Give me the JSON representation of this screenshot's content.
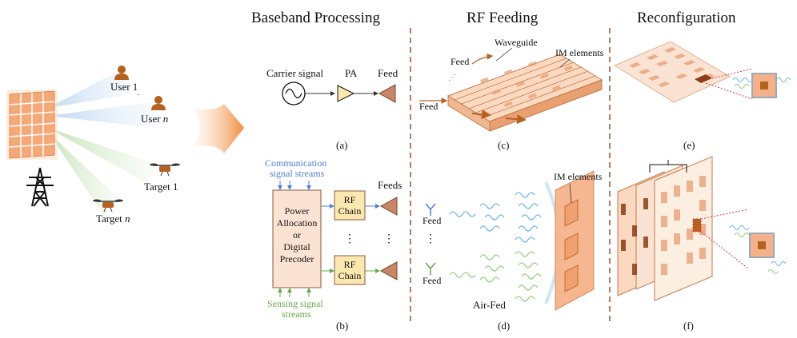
{
  "headers": {
    "baseband": "Baseband Processing",
    "rf_feeding": "RF Feeding",
    "reconfiguration": "Reconfiguration"
  },
  "scene": {
    "user_1": "User 1",
    "user_n_prefix": "User ",
    "user_n_var": "n",
    "target_1": "Target 1",
    "target_n_prefix": "Target ",
    "target_n_var": "n"
  },
  "panel_a": {
    "carrier_signal": "Carrier signal",
    "pa": "PA",
    "feed": "Feed",
    "caption": "(a)"
  },
  "panel_b": {
    "comm_line1": "Communication",
    "comm_line2": "signal streams",
    "block_line1": "Power",
    "block_line2": "Allocation",
    "block_line3": "or",
    "block_line4": "Digital",
    "block_line5": "Precoder",
    "rf_chain_1a": "RF",
    "rf_chain_1b": "Chain",
    "rf_chain_2a": "RF",
    "rf_chain_2b": "Chain",
    "feeds": "Feeds",
    "sensing_line1": "Sensing signal",
    "sensing_line2": "streams",
    "caption": "(b)"
  },
  "panel_c": {
    "waveguide": "Waveguide",
    "im_elements": "IM elements",
    "feed_top": "Feed",
    "feed_bottom": "Feed",
    "caption": "(c)"
  },
  "panel_d": {
    "im_elements": "IM elements",
    "feed_top": "Feed",
    "feed_bottom": "Feed",
    "air_fed": "Air-Fed",
    "caption": "(d)"
  },
  "panel_e": {
    "caption": "(e)"
  },
  "panel_f": {
    "caption": "(f)"
  },
  "colors": {
    "array_orange": "#f5a878",
    "dark_orange": "#b5611f",
    "comm_blue": "#4f7fd0",
    "sense_green": "#66a84a",
    "block_fill": "#fbe3d3",
    "divider": "#a0522d"
  },
  "icons": [
    "user-icon",
    "drone-icon",
    "transmission-tower-icon",
    "oscillator-icon",
    "amplifier-icon",
    "horn-antenna-icon",
    "arrow-icon"
  ]
}
